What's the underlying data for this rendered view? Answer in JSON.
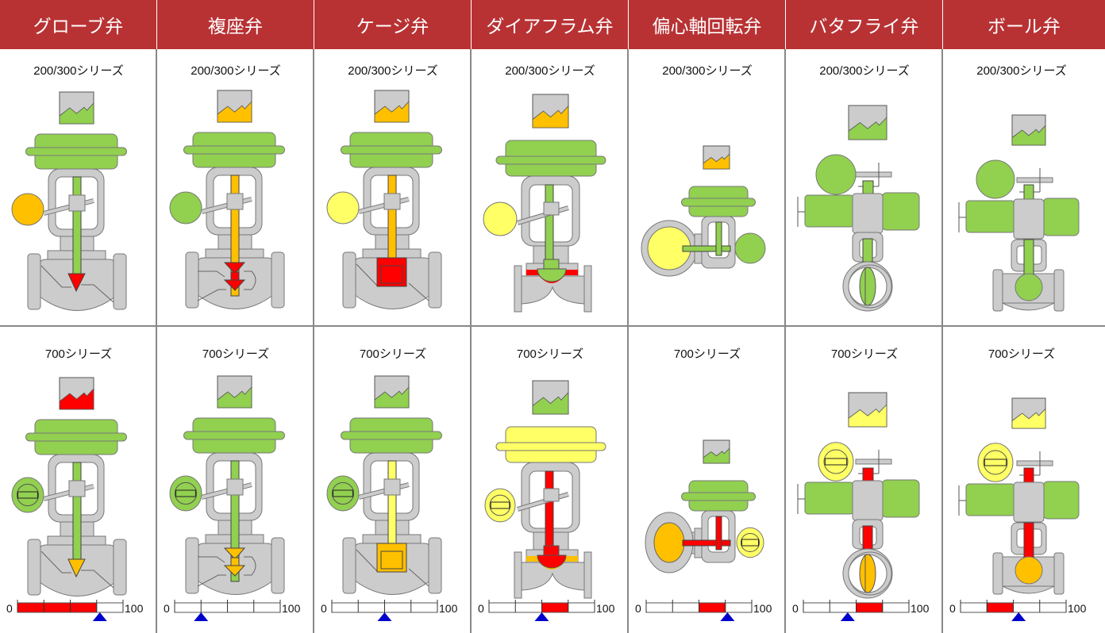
{
  "colors": {
    "header": "#b83234",
    "green": "#92d050",
    "orange": "#ffc000",
    "yellow": "#ffff66",
    "red": "#ff0000",
    "gray": "#cccccc",
    "marker": "#0000cc",
    "divider": "#888888"
  },
  "headers": [
    "グローブ弁",
    "複座弁",
    "ケージ弁",
    "ダイアフラム弁",
    "偏心軸回転弁",
    "バタフライ弁",
    "ボール弁"
  ],
  "rows": [
    {
      "cells": [
        {
          "series": "200/300シリーズ",
          "type": "globe",
          "trend": "green",
          "actuator": "green",
          "positioner": "orange",
          "positioner_style": "round",
          "stem": "green",
          "plug": "red"
        },
        {
          "series": "200/300シリーズ",
          "type": "double",
          "trend": "orange",
          "actuator": "green",
          "positioner": "green",
          "positioner_style": "round",
          "stem": "orange",
          "plug": "red"
        },
        {
          "series": "200/300シリーズ",
          "type": "cage",
          "trend": "orange",
          "actuator": "green",
          "positioner": "yellow",
          "positioner_style": "round",
          "stem": "orange",
          "plug": "red"
        },
        {
          "series": "200/300シリーズ",
          "type": "diaphragm",
          "trend": "orange",
          "actuator": "green",
          "positioner": "yellow",
          "positioner_style": "round",
          "stem": "green",
          "plug": "green",
          "diaphragm": "red"
        },
        {
          "series": "200/300シリーズ",
          "type": "eccentric",
          "trend": "orange",
          "actuator": "green",
          "positioner": "green",
          "positioner_style": "round",
          "stem": "green",
          "plug": "yellow"
        },
        {
          "series": "200/300シリーズ",
          "type": "butterfly",
          "trend": "green",
          "actuator": "green",
          "positioner": "green",
          "positioner_style": "round",
          "stem": "green",
          "plug": "green"
        },
        {
          "series": "200/300シリーズ",
          "type": "ball",
          "trend": "green",
          "actuator": "green",
          "positioner": "green",
          "positioner_style": "round",
          "stem": "green",
          "plug": "green"
        }
      ]
    },
    {
      "cells": [
        {
          "series": "700シリーズ",
          "type": "globe",
          "trend": "red",
          "actuator": "green",
          "positioner": "green",
          "positioner_style": "700",
          "stem": "green",
          "plug": "orange",
          "gauge": {
            "min_label": "0",
            "max_label": "100",
            "fill": [
              0,
              75
            ],
            "marker": 78
          }
        },
        {
          "series": "700シリーズ",
          "type": "double",
          "trend": "green",
          "actuator": "green",
          "positioner": "green",
          "positioner_style": "700",
          "stem": "green",
          "plug": "orange",
          "gauge": {
            "min_label": "0",
            "max_label": "100",
            "fill": null,
            "marker": 25
          }
        },
        {
          "series": "700シリーズ",
          "type": "cage",
          "trend": "green",
          "actuator": "green",
          "positioner": "green",
          "positioner_style": "700",
          "stem": "yellow",
          "plug": "orange",
          "gauge": {
            "min_label": "0",
            "max_label": "100",
            "fill": null,
            "marker": 50
          }
        },
        {
          "series": "700シリーズ",
          "type": "diaphragm",
          "trend": "green",
          "actuator": "yellow",
          "positioner": "yellow",
          "positioner_style": "700",
          "stem": "red",
          "plug": "red",
          "diaphragm": "orange",
          "gauge": {
            "min_label": "0",
            "max_label": "100",
            "fill": [
              50,
              75
            ],
            "marker": 50
          }
        },
        {
          "series": "700シリーズ",
          "type": "eccentric",
          "trend": "green",
          "actuator": "green",
          "positioner": "yellow",
          "positioner_style": "700",
          "stem": "red",
          "plug": "orange",
          "gauge": {
            "min_label": "0",
            "max_label": "100",
            "fill": [
              50,
              75
            ],
            "marker": 77
          }
        },
        {
          "series": "700シリーズ",
          "type": "butterfly",
          "trend": "yellow",
          "actuator": "green",
          "positioner": "yellow",
          "positioner_style": "700",
          "stem": "red",
          "plug": "orange",
          "gauge": {
            "min_label": "0",
            "max_label": "100",
            "fill": [
              50,
              75
            ],
            "marker": 42
          }
        },
        {
          "series": "700シリーズ",
          "type": "ball",
          "trend": "yellow",
          "actuator": "green",
          "positioner": "yellow",
          "positioner_style": "700",
          "stem": "red",
          "plug": "orange",
          "gauge": {
            "min_label": "0",
            "max_label": "100",
            "fill": [
              25,
              50
            ],
            "marker": 55
          }
        }
      ]
    }
  ]
}
